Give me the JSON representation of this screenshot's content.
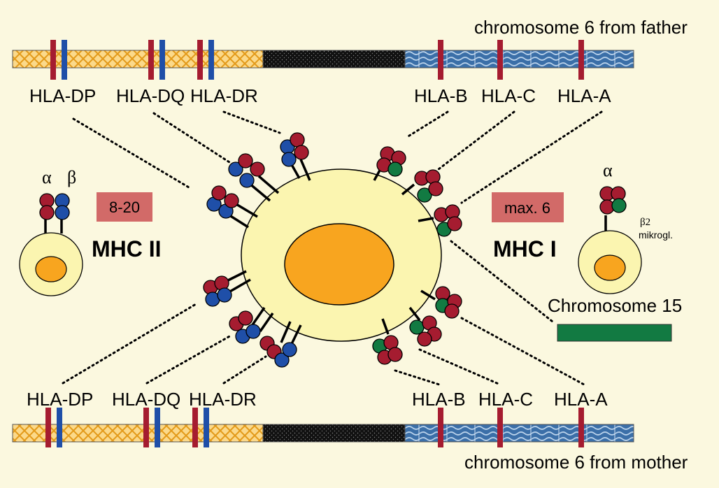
{
  "chromosomes": {
    "father_label": "chromosome 6 from father",
    "mother_label": "chromosome 6 from mother",
    "chr15_label": "Chromosome 15"
  },
  "genes": {
    "class2": [
      "HLA-DP",
      "HLA-DQ",
      "HLA-DR"
    ],
    "class1": [
      "HLA-B",
      "HLA-C",
      "HLA-A"
    ]
  },
  "mhc2": {
    "title": "MHC II",
    "count": "8-20",
    "alpha": "α",
    "beta": "β"
  },
  "mhc1": {
    "title": "MHC I",
    "count": "max. 6",
    "alpha": "α",
    "b2": "β2",
    "b2_desc": "mikrogl."
  },
  "colors": {
    "background": "#fbf8df",
    "cell": "#fbf5b0",
    "nucleus": "#f8a51f",
    "alpha_chain": "#a51c30",
    "beta_chain": "#1f4fa8",
    "b2_microglobulin": "#127a42",
    "count_box": "#d26a68",
    "chr15": "#127a42"
  }
}
